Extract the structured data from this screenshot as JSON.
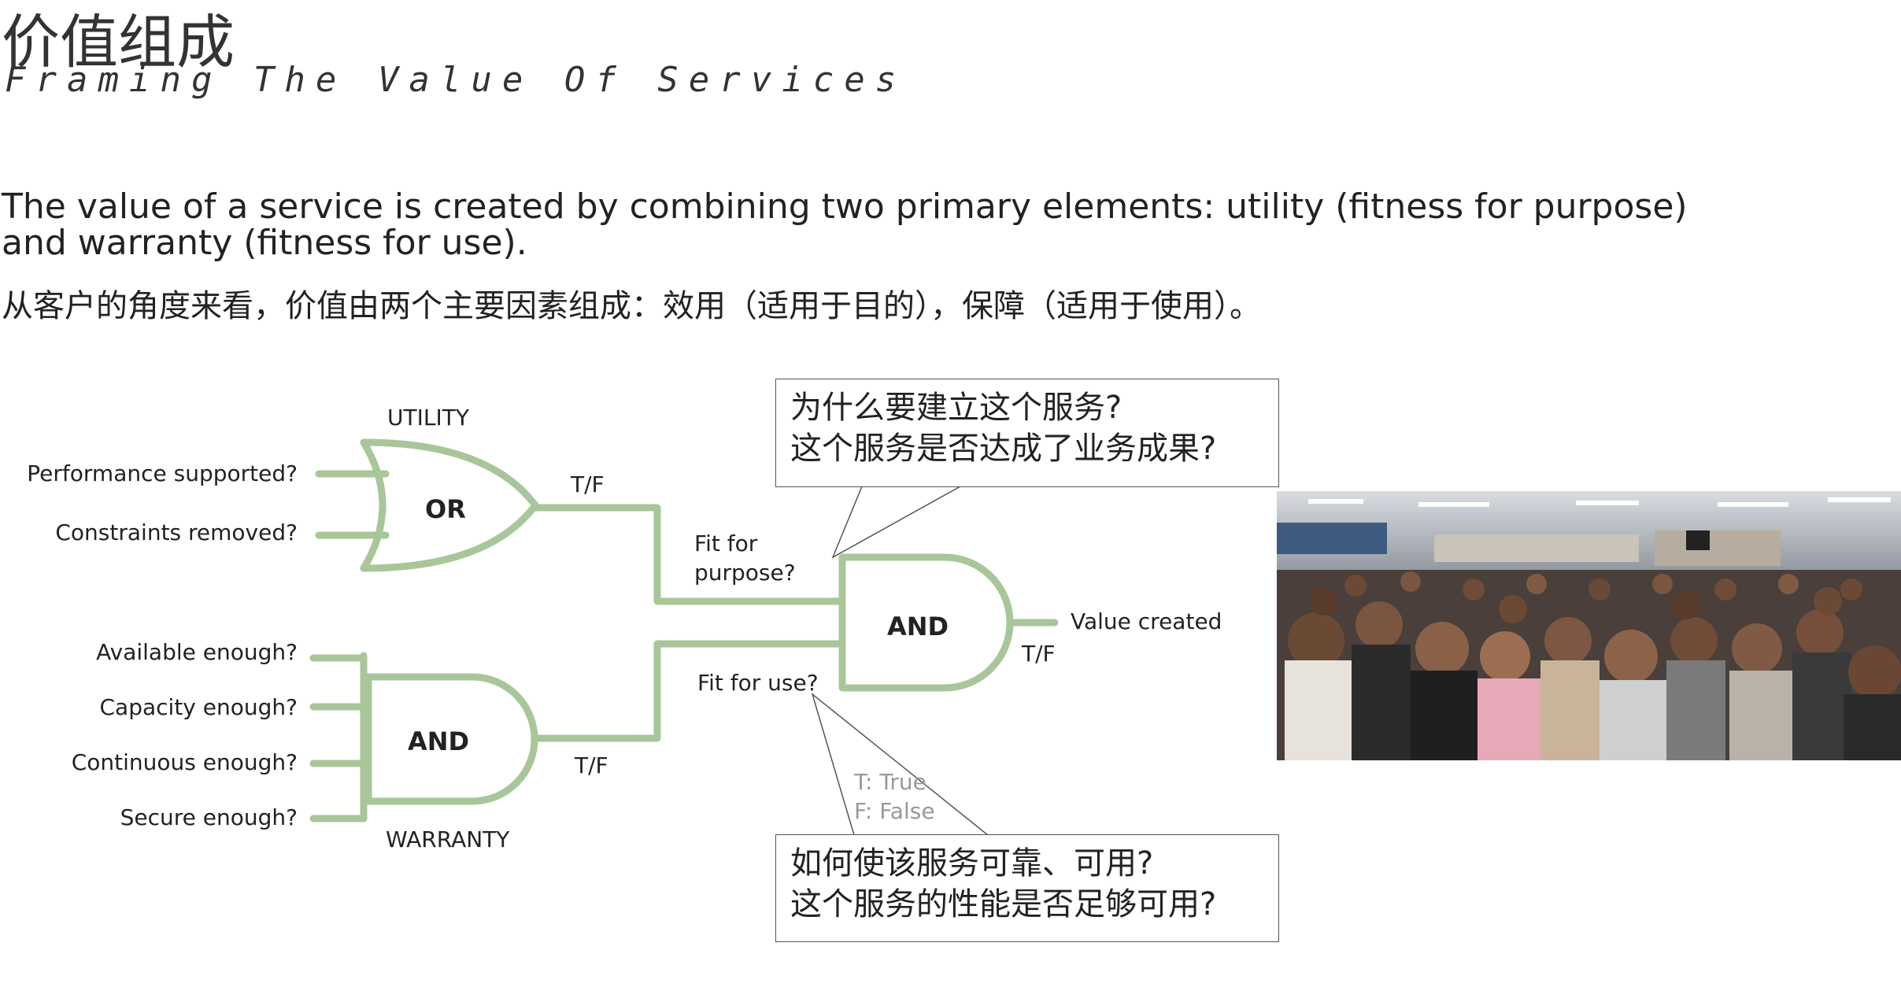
{
  "header": {
    "title_cn": "价值组成",
    "title_en": "Framing The Value Of Services"
  },
  "body": {
    "para_en": "The value of a service is created by combining two primary elements: utility (fitness for purpose) and warranty (fitness for use).",
    "para_cn": "从客户的角度来看，价值由两个主要因素组成：效用（适用于目的），保障（适用于使用）。"
  },
  "diagram": {
    "utility_label": "UTILITY",
    "warranty_label": "WARRANTY",
    "or_gate": "OR",
    "and_gate_warranty": "AND",
    "and_gate_final": "AND",
    "utility_inputs": [
      "Performance supported?",
      "Constraints removed?"
    ],
    "warranty_inputs": [
      "Available enough?",
      "Capacity enough?",
      "Continuous enough?",
      "Secure enough?"
    ],
    "tf_utility": "T/F",
    "tf_warranty": "T/F",
    "tf_final": "T/F",
    "fit_purpose_line1": "Fit for",
    "fit_purpose_line2": "purpose?",
    "fit_use": "Fit for use?",
    "value_created": "Value created",
    "legend_true": "T: True",
    "legend_false": "F: False",
    "gate_color": "#a8c69a"
  },
  "callouts": {
    "top_line1": "为什么要建立这个服务?",
    "top_line2": "这个服务是否达成了业务成果?",
    "bottom_line1": "如何使该服务可靠、可用?",
    "bottom_line2": "这个服务的性能是否足够可用?"
  },
  "photo": {
    "icon": "crowd-photo"
  }
}
